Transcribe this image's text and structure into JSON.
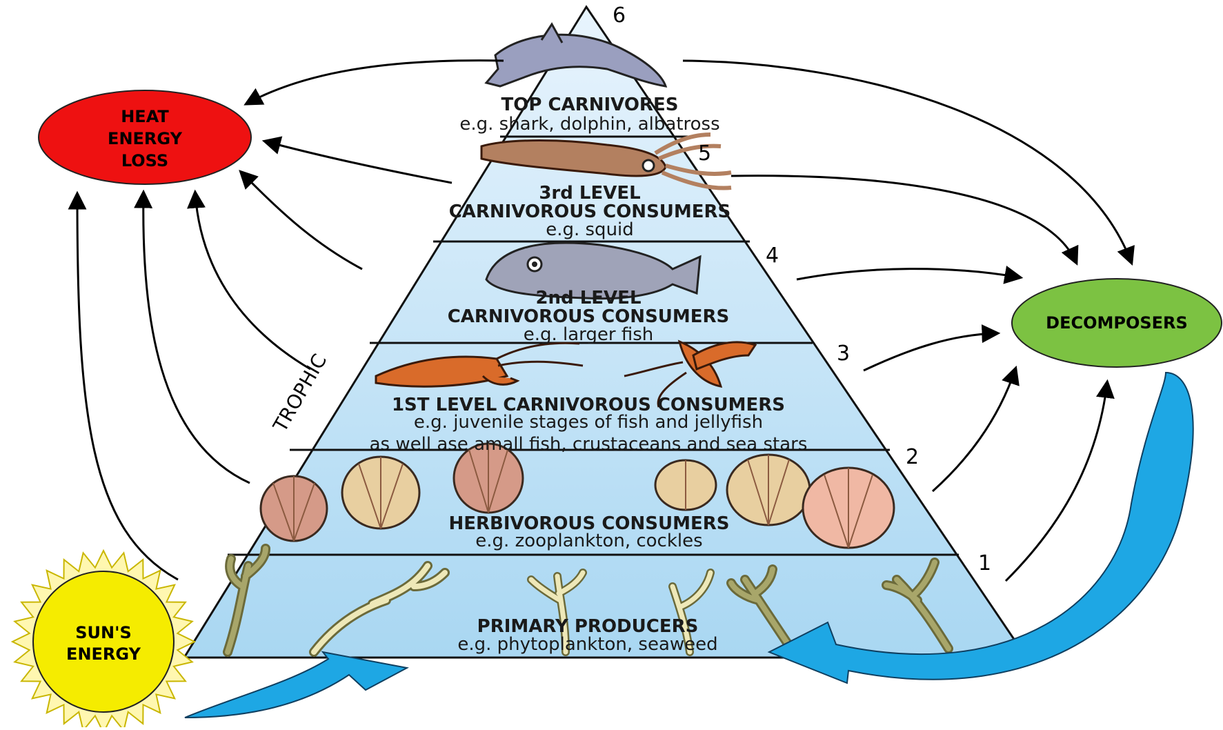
{
  "diagram": {
    "colors": {
      "heat_fill": "#ee1111",
      "decomposers_fill": "#7cc242",
      "sun_fill": "#f5ec00",
      "sun_rays": "#fff7b0",
      "pyramid_top": "#e8f4fd",
      "pyramid_bottom": "#a9d7f2",
      "blue_arrow": "#1ea7e4",
      "arrow": "#000000"
    },
    "nodes": {
      "heat": {
        "line1": "HEAT",
        "line2": "ENERGY",
        "line3": "LOSS"
      },
      "decomposers": {
        "label": "DECOMPOSERS"
      },
      "sun": {
        "line1": "SUN'S",
        "line2": "ENERGY"
      }
    },
    "side_label": "TROPHIC",
    "levels": [
      {
        "number": "1",
        "title": "PRIMARY PRODUCERS",
        "example": "e.g. phytoplankton, seaweed",
        "icon": "seaweed-icon"
      },
      {
        "number": "2",
        "title": "HERBIVOROUS CONSUMERS",
        "example": "e.g. zooplankton, cockles",
        "icon": "cockle-icon"
      },
      {
        "number": "3",
        "title": "1ST LEVEL CARNIVOROUS CONSUMERS",
        "example": "e.g. juvenile stages of fish and jellyfish",
        "example2": "as well ase amall fish, crustaceans and sea stars",
        "icon": "crustacean-icon"
      },
      {
        "number": "4",
        "title": "2nd LEVEL",
        "title2": "CARNIVOROUS CONSUMERS",
        "example": "e.g. larger fish",
        "icon": "fish-icon"
      },
      {
        "number": "5",
        "title": "3rd LEVEL",
        "title2": "CARNIVOROUS CONSUMERS",
        "example": "e.g. squid",
        "icon": "squid-icon"
      },
      {
        "number": "6",
        "title": "TOP CARNIVORES",
        "example": "e.g. shark, dolphin, albatross",
        "icon": "dolphin-icon"
      }
    ]
  }
}
